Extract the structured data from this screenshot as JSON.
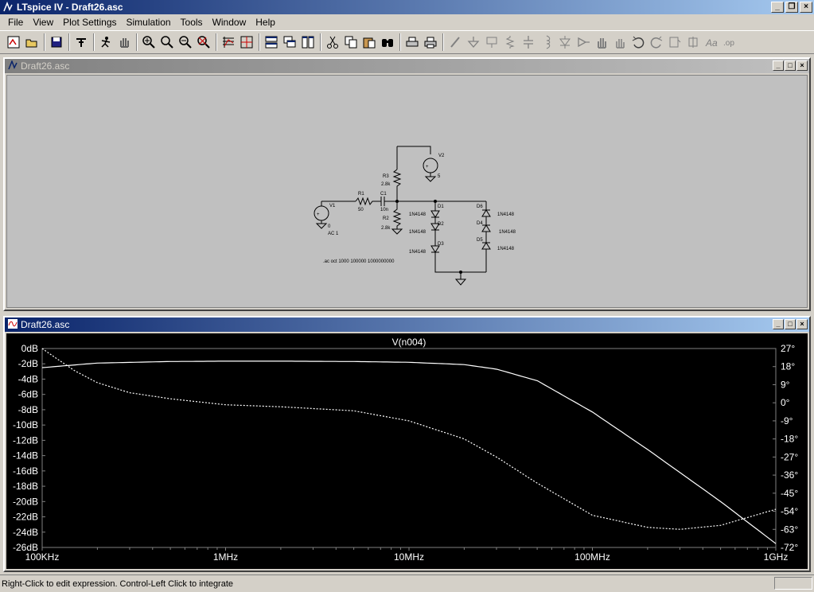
{
  "app": {
    "title": "LTspice IV - Draft26.asc"
  },
  "menu": {
    "items": [
      "File",
      "View",
      "Plot Settings",
      "Simulation",
      "Tools",
      "Window",
      "Help"
    ]
  },
  "toolbar": {
    "icons": [
      "schematic-icon",
      "open-icon",
      "save-icon",
      "control-panel-icon",
      "run-icon",
      "halt-icon",
      "zoom-in-icon",
      "zoom-pan-icon",
      "zoom-out-icon",
      "zoom-fit-icon",
      "autorange-icon",
      "marker-icon",
      "tile-horizontal-icon",
      "cascade-icon",
      "tile-vertical-icon",
      "cut-icon",
      "copy-icon",
      "paste-icon",
      "find-icon",
      "print-setup-icon",
      "print-icon",
      "wire-icon",
      "ground-icon",
      "label-icon",
      "resistor-icon",
      "capacitor-icon",
      "inductor-icon",
      "diode-icon",
      "component-icon",
      "move-icon",
      "drag-icon",
      "undo-icon",
      "redo-icon",
      "rotate-icon",
      "mirror-icon",
      "text-icon",
      "spice-directive-icon"
    ]
  },
  "schematic_window": {
    "title": "Draft26.asc",
    "components": {
      "v1": "V1",
      "v1_value": "0",
      "v1_ac": "AC 1",
      "v2": "V2",
      "v2_value": "5",
      "r1": "R1",
      "r1_value": "50",
      "c1": "C1",
      "c1_value": "10n",
      "r2": "R2",
      "r2_value": "2.8k",
      "r3": "R3",
      "r3_value": "2.8k",
      "d1": "D1",
      "d2": "D2",
      "d3": "D3",
      "d4": "D4",
      "d5": "D5",
      "d6": "D6",
      "diode_model": "1N4148",
      "directive": ".ac oct 1000 100000 1000000000"
    }
  },
  "plot_window": {
    "title": "Draft26.asc",
    "trace_name": "V(n004)"
  },
  "status": {
    "text": "Right-Click to edit expression. Control-Left Click to integrate"
  },
  "chart_data": {
    "type": "line",
    "title": "V(n004)",
    "x_scale": "log",
    "xlim": [
      100000,
      1000000000
    ],
    "x_ticks": [
      "100KHz",
      "1MHz",
      "10MHz",
      "100MHz",
      "1GHz"
    ],
    "y_left_ticks": [
      "0dB",
      "-2dB",
      "-4dB",
      "-6dB",
      "-8dB",
      "-10dB",
      "-12dB",
      "-14dB",
      "-16dB",
      "-18dB",
      "-20dB",
      "-22dB",
      "-24dB",
      "-26dB"
    ],
    "y_right_ticks": [
      "27°",
      "18°",
      "9°",
      "0°",
      "-9°",
      "-18°",
      "-27°",
      "-36°",
      "-45°",
      "-54°",
      "-63°",
      "-72°"
    ],
    "ylim_left": [
      -26,
      0
    ],
    "ylim_right": [
      -72,
      27
    ],
    "series": [
      {
        "style": "solid",
        "axis": "left",
        "x": [
          100000,
          200000,
          500000,
          1000000,
          2000000,
          5000000,
          10000000,
          20000000,
          30000000,
          50000000,
          100000000,
          200000000,
          500000000,
          1000000000
        ],
        "y": [
          -2.5,
          -1.9,
          -1.7,
          -1.65,
          -1.65,
          -1.7,
          -1.8,
          -2.1,
          -2.7,
          -4.2,
          -8.3,
          -13.2,
          -20.0,
          -25.5
        ]
      },
      {
        "style": "dotted",
        "axis": "right",
        "x": [
          100000,
          120000,
          150000,
          200000,
          300000,
          500000,
          1000000,
          2000000,
          5000000,
          10000000,
          20000000,
          30000000,
          50000000,
          100000000,
          200000000,
          300000000,
          500000000,
          1000000000
        ],
        "y": [
          27,
          22,
          16,
          10,
          5,
          2,
          -1,
          -2,
          -4,
          -9,
          -18,
          -27,
          -40,
          -56,
          -62,
          -63,
          -61,
          -53
        ]
      }
    ]
  }
}
